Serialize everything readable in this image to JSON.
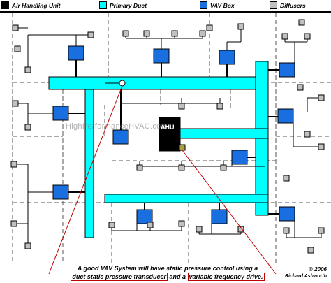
{
  "legend": {
    "air_handling_unit": "Air Handling Unit",
    "primary_duct": "Primary Duct",
    "vav_box": "VAV Box",
    "diffusers": "Diffusers"
  },
  "colors": {
    "duct": "#00ffff",
    "vav": "#1a6fe0",
    "diffuser": "#c0c0c0",
    "ahu": "#000000",
    "pointer": "#c00000",
    "transducer": "#ffffff",
    "vfd": "#a8a040"
  },
  "ahu_label": "AHU",
  "watermark": "HighPerformanceHVAC.com",
  "caption": {
    "line1": "A good VAV System will have static pressure control using a",
    "line2_pre": "",
    "highlight1": "duct static pressure transducer",
    "line2_mid": " and a ",
    "highlight2": "variable frequency drive.",
    "line2_post": ""
  },
  "credit": {
    "copyright": "© 2006",
    "author": "Richard Ashworth"
  }
}
